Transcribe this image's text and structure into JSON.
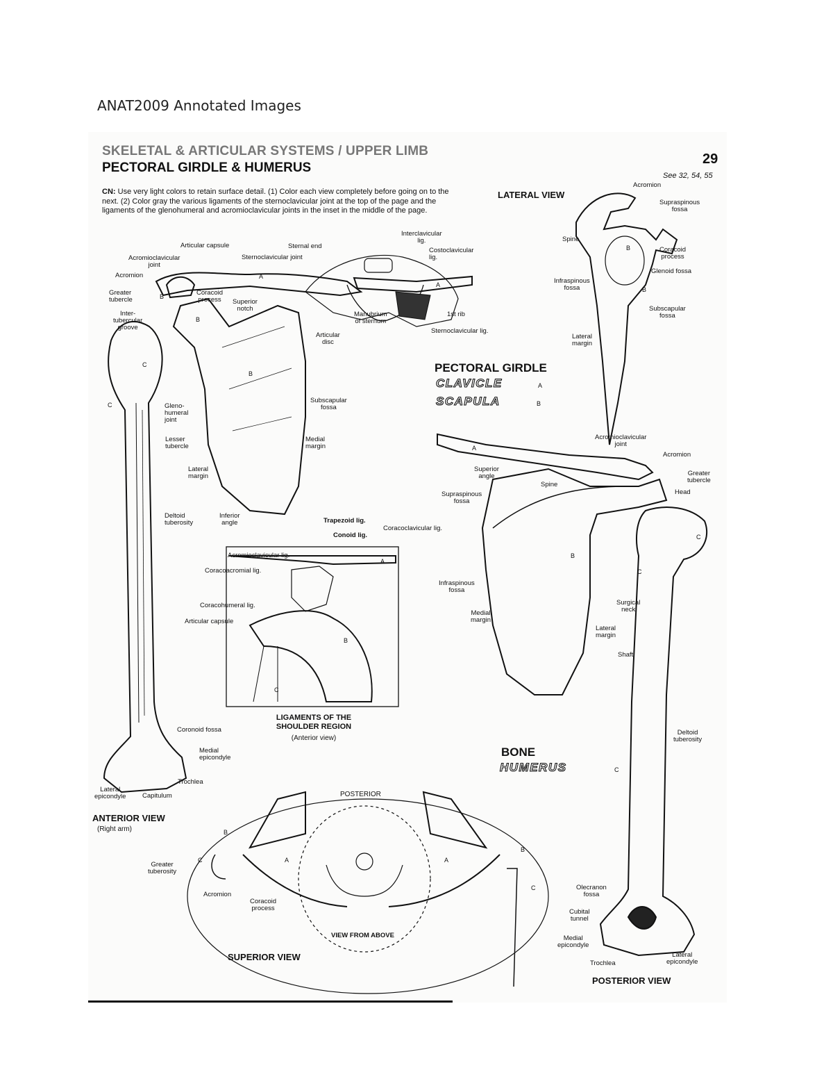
{
  "document": {
    "header": "ANAT2009 Annotated Images"
  },
  "page": {
    "title1": "SKELETAL & ARTICULAR SYSTEMS / UPPER LIMB",
    "title2": "PECTORAL GIRDLE & HUMERUS",
    "page_number": "29",
    "see_also": "See 32, 54, 55",
    "instructions_label": "CN:",
    "instructions": "Use very light colors to retain surface detail. (1) Color each view completely before going on to the next. (2) Color gray the various ligaments of the sternoclavicular joint at the top of the page and the ligaments of the glenohumeral and acromioclavicular joints in the inset in the middle of the page."
  },
  "sections": {
    "lateral_view": "LATERAL VIEW",
    "pectoral_girdle": "PECTORAL GIRDLE",
    "clavicle": "CLAVICLE",
    "clavicle_letter": "A",
    "scapula": "SCAPULA",
    "scapula_letter": "B",
    "bone": "BONE",
    "humerus": "HUMERUS",
    "humerus_letter": "C",
    "anterior_view": "ANTERIOR VIEW",
    "anterior_sub": "(Right arm)",
    "ligaments_caption": "LIGAMENTS OF THE\nSHOULDER REGION",
    "ligaments_sub": "(Anterior view)",
    "superior_view": "SUPERIOR VIEW",
    "posterior_view": "POSTERIOR VIEW",
    "posterior": "POSTERIOR",
    "view_from_above": "VIEW FROM ABOVE"
  },
  "labels": {
    "articular_capsule": "Articular capsule",
    "acromioclavicular_joint": "Acromioclavicular\njoint",
    "acromion": "Acromion",
    "greater_tubercle": "Greater\ntubercle",
    "intertubercular_groove": "Inter-\ntubercular\ngroove",
    "coracoid_process": "Coracoid\nprocess",
    "superior_notch": "Superior\nnotch",
    "sternal_end": "Sternal end",
    "sternoclavicular_joint": "Sternoclavicular joint",
    "interclavicular_lig": "Interclavicular\nlig.",
    "costoclavicular_lig": "Costoclavicular\nlig.",
    "manubrium": "Manubrium\nof sternum",
    "first_rib": "1st rib",
    "sternoclavicular_lig": "Sternoclavicular lig.",
    "articular_disc": "Articular\ndisc",
    "glenohumeral_joint": "Gleno-\nhumeral\njoint",
    "lesser_tubercle": "Lesser\ntubercle",
    "subscapular_fossa": "Subscapular\nfossa",
    "medial_margin": "Medial\nmargin",
    "lateral_margin": "Lateral\nmargin",
    "deltoid_tuberosity": "Deltoid\ntuberosity",
    "inferior_angle": "Inferior\nangle",
    "trapezoid_lig": "Trapezoid lig.",
    "conoid_lig": "Conoid lig.",
    "coracoclavicular_lig": "Coracoclavicular lig.",
    "inset_acromioclavicular_lig": "Acromioclavicular lig.",
    "coracoacromial_lig": "Coracoacromial lig.",
    "coracohumeral_lig": "Coracohumeral lig.",
    "inset_articular_capsule": "Articular capsule",
    "coronoid_fossa": "Coronoid fossa",
    "medial_epicondyle": "Medial\nepicondyle",
    "trochlea": "Trochlea",
    "lateral_epicondyle": "Lateral\nepicondyle",
    "capitulum": "Capitulum",
    "lat_acromion": "Acromion",
    "lat_supraspinous": "Supraspinous\nfossa",
    "lat_spine": "Spine",
    "lat_coracoid": "Coracoid\nprocess",
    "lat_glenoid": "Glenoid fossa",
    "lat_infraspinous": "Infraspinous\nfossa",
    "lat_subscapular": "Subscapular\nfossa",
    "lat_lateral_margin": "Lateral\nmargin",
    "post_acromioclavicular_joint": "Acromioclavicular\njoint",
    "post_acromion": "Acromion",
    "post_superior_angle": "Superior\nangle",
    "post_spine": "Spine",
    "post_greater_tubercle": "Greater\ntubercle",
    "post_head": "Head",
    "post_supraspinous": "Supraspinous\nfossa",
    "post_infraspinous": "Infraspinous\nfossa",
    "post_surgical_neck": "Surgical\nneck",
    "post_medial_margin": "Medial\nmargin",
    "post_lateral_margin": "Lateral\nmargin",
    "post_shaft": "Shaft",
    "post_deltoid_tuberosity": "Deltoid\ntuberosity",
    "olecranon_fossa": "Olecranon\nfossa",
    "cubital_tunnel": "Cubital\ntunnel",
    "post_medial_epicondyle": "Medial\nepicondyle",
    "post_lateral_epicondyle": "Lateral\nepicondyle",
    "post_trochlea": "Trochlea",
    "sup_greater_tuberosity": "Greater\ntuberosity",
    "sup_acromion": "Acromion",
    "sup_coracoid": "Coracoid\nprocess"
  },
  "letters": {
    "a": "A",
    "b": "B",
    "c": "C"
  }
}
